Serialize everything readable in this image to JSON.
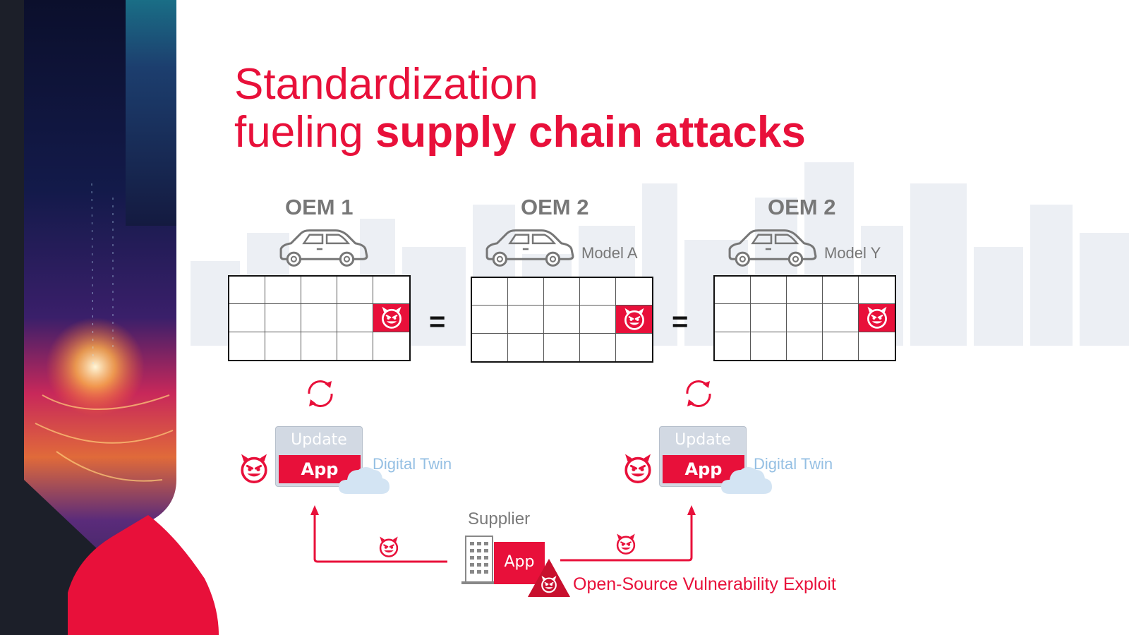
{
  "title": {
    "line1": "Standardization",
    "line2_regular": "fueling ",
    "line2_bold": "supply chain attacks"
  },
  "oems": [
    {
      "label": "OEM 1",
      "model": ""
    },
    {
      "label": "OEM 2",
      "model": "Model A"
    },
    {
      "label": "OEM 2",
      "model": "Model Y"
    }
  ],
  "equals": "=",
  "update_boxes": [
    {
      "label": "Update",
      "app": "App",
      "cloud_label": "Digital Twin"
    },
    {
      "label": "Update",
      "app": "App",
      "cloud_label": "Digital Twin"
    }
  ],
  "supplier": {
    "label": "Supplier",
    "app": "App"
  },
  "exploit_label": "Open-Source Vulnerability Exploit",
  "colors": {
    "accent": "#e8103a",
    "dark": "#1c1f29",
    "cloud_text": "#94bfe3",
    "gray_text": "#777777"
  },
  "icons": [
    "devil-icon",
    "car-icon",
    "refresh-icon",
    "cloud-icon",
    "building-icon",
    "warning-triangle-icon"
  ]
}
